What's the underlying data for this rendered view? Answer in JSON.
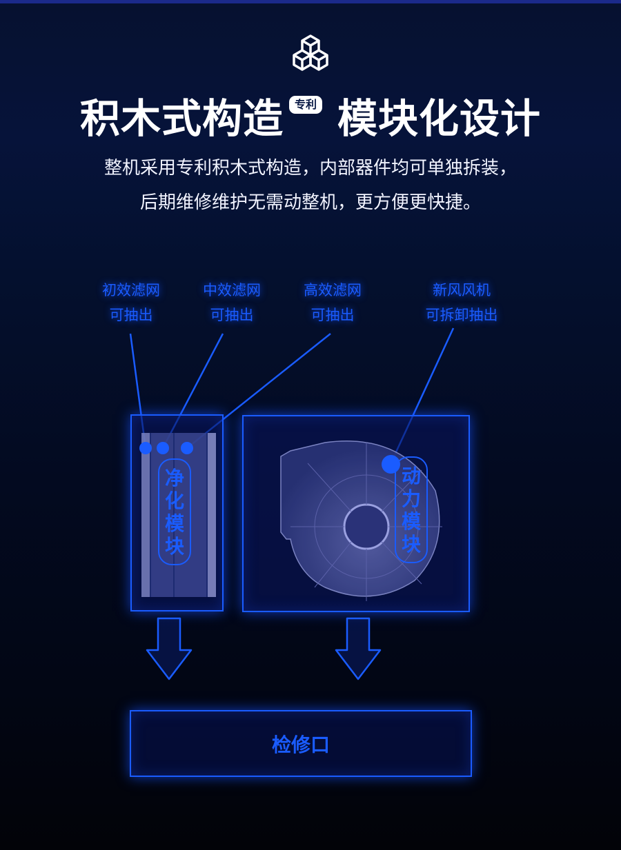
{
  "header": {
    "icon": "blocks-cubes-icon",
    "title_part1": "积木式构造",
    "badge": "专利",
    "title_part2": "模块化设计",
    "subtitle_line1": "整机采用专利积木式构造，内部器件均可单独拆装，",
    "subtitle_line2": "后期维修维护无需动整机，更方便更快捷。"
  },
  "callouts": [
    {
      "line1": "初效滤网",
      "line2": "可抽出"
    },
    {
      "line1": "中效滤网",
      "line2": "可抽出"
    },
    {
      "line1": "高效滤网",
      "line2": "可抽出"
    },
    {
      "line1": "新风风机",
      "line2": "可拆卸抽出"
    }
  ],
  "modules": {
    "purification": {
      "label": [
        "净",
        "化",
        "模",
        "块"
      ]
    },
    "power": {
      "label": [
        "动",
        "力",
        "模",
        "块"
      ]
    }
  },
  "service_port": {
    "label": "检修口"
  },
  "colors": {
    "accent": "#1a5cff",
    "background": "#06133a",
    "text": "#ffffff"
  }
}
